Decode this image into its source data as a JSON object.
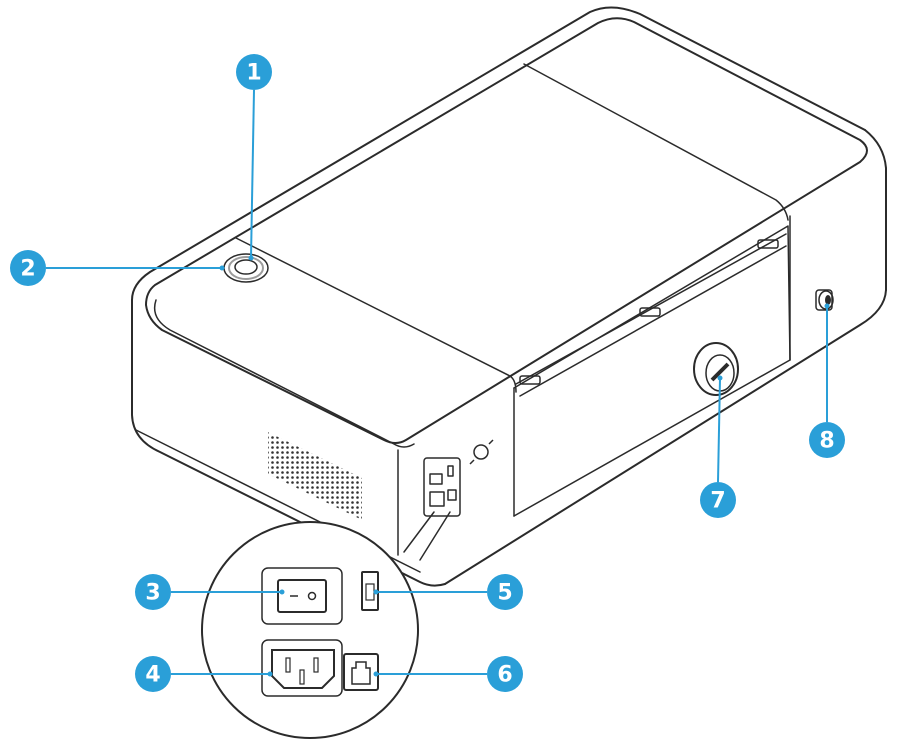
{
  "accent_color": "#2a9fd8",
  "callouts": [
    {
      "number": "1"
    },
    {
      "number": "2"
    },
    {
      "number": "3"
    },
    {
      "number": "4"
    },
    {
      "number": "5"
    },
    {
      "number": "6"
    },
    {
      "number": "7"
    },
    {
      "number": "8"
    }
  ],
  "icons": {
    "power_button": "power-button-icon",
    "power_switch": "power-switch-icon",
    "power_socket": "power-socket-icon",
    "usb_port": "usb-port-icon",
    "ethernet_port": "ethernet-port-icon",
    "knob": "focus-knob-icon",
    "connector": "air-assist-connector-icon",
    "laser_symbol": "laser-symbol-icon",
    "vent": "vent-grille-icon"
  }
}
